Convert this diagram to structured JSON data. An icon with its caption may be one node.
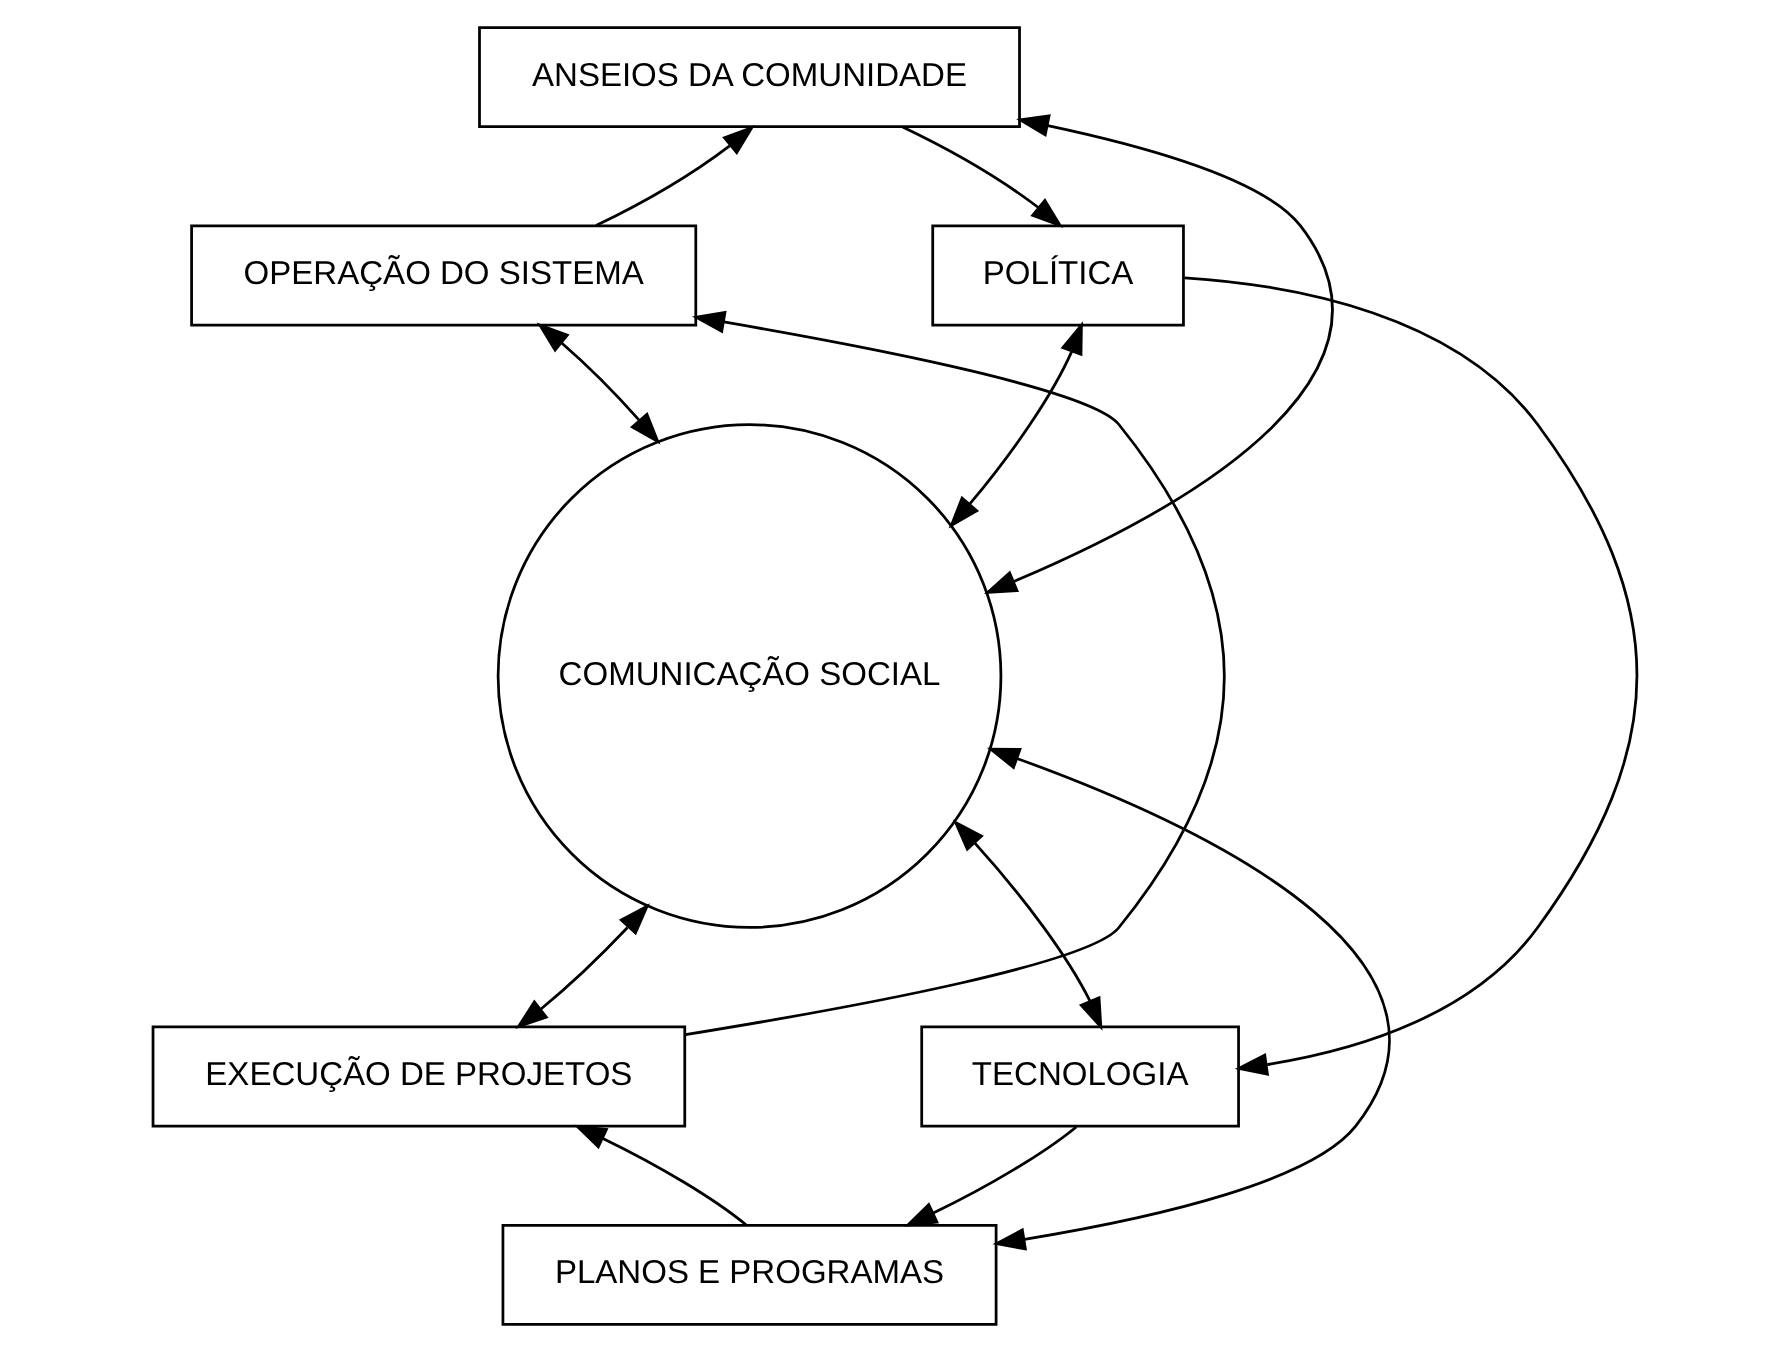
{
  "diagram": {
    "nodes": [
      {
        "text": [
          "ANSEIOS DA COMUNIDADE"
        ]
      },
      {
        "text": [
          "OPERAÇÃO DO SISTEMA"
        ]
      },
      {
        "text": [
          "POLÍTICA"
        ]
      },
      {
        "text": [
          "COMUNICAÇÃO SOCIAL"
        ]
      },
      {
        "text": [
          "EXECUÇÃO DE PROJETOS"
        ]
      },
      {
        "text": [
          "TECNOLOGIA"
        ]
      },
      {
        "text": [
          "PLANOS E PROGRAMAS"
        ]
      }
    ],
    "edges": [
      {
        "from": 0,
        "to": 2,
        "arrow": "to"
      },
      {
        "from": 2,
        "to": 5,
        "arrow": "to"
      },
      {
        "from": 5,
        "to": 6,
        "arrow": "to"
      },
      {
        "from": 6,
        "to": 4,
        "arrow": "to"
      },
      {
        "from": 4,
        "to": 1,
        "arrow": "to"
      },
      {
        "from": 1,
        "to": 0,
        "arrow": "to"
      },
      {
        "from": 0,
        "to": 3,
        "arrow": "both"
      },
      {
        "from": 1,
        "to": 3,
        "arrow": "both"
      },
      {
        "from": 2,
        "to": 3,
        "arrow": "both"
      },
      {
        "from": 4,
        "to": 3,
        "arrow": "both"
      },
      {
        "from": 5,
        "to": 3,
        "arrow": "both"
      },
      {
        "from": 6,
        "to": 3,
        "arrow": "both"
      }
    ]
  }
}
